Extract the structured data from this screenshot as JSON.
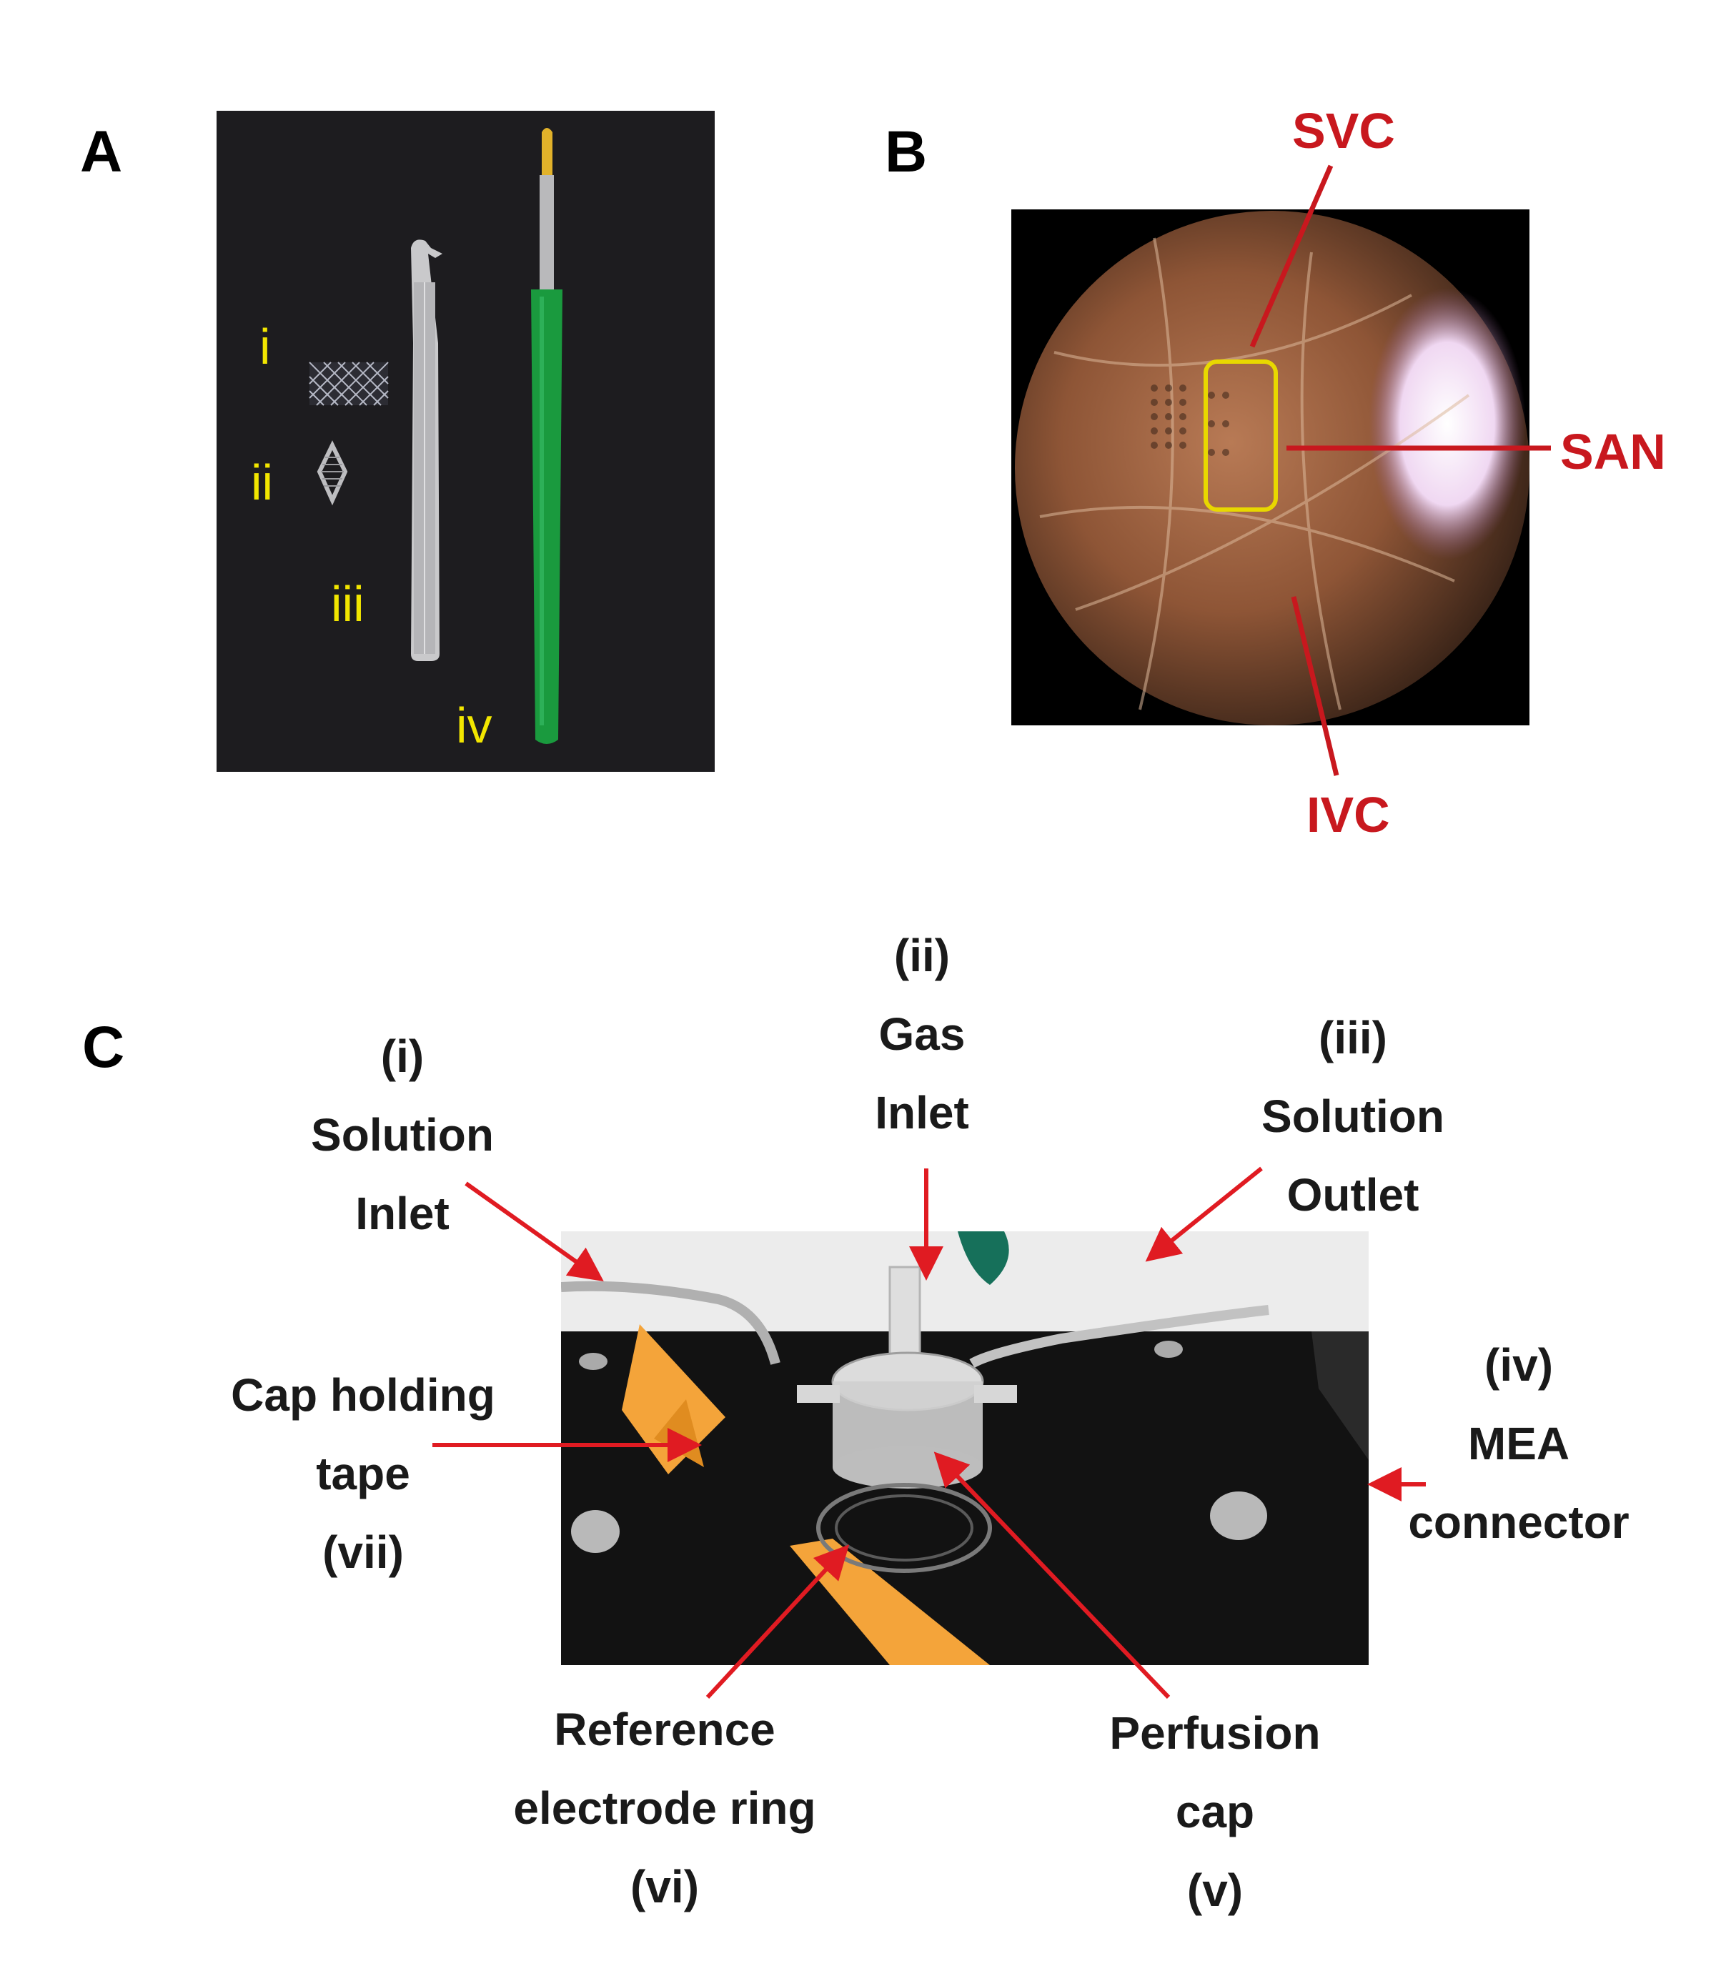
{
  "panels": {
    "a": {
      "letter": "A",
      "items": [
        "i",
        "ii",
        "iii",
        "iv"
      ],
      "colors": {
        "background": "#1d1c1f",
        "label": "#f2e600",
        "brush_handle": "#1a9a3e",
        "tweezers": "#c9c9cb"
      }
    },
    "b": {
      "letter": "B",
      "labels": {
        "svc": "SVC",
        "san": "SAN",
        "ivc": "IVC"
      },
      "colors": {
        "annotation": "#c8181e",
        "roi_box": "#e8d800",
        "tissue": "#a0603a"
      }
    },
    "c": {
      "letter": "C",
      "labels": {
        "solution_inlet": [
          "(i)",
          "Solution",
          "Inlet"
        ],
        "gas_inlet": [
          "(ii)",
          "Gas",
          "Inlet"
        ],
        "solution_outlet": [
          "(iii)",
          "Solution",
          "Outlet"
        ],
        "mea_connector": [
          "(iv)",
          "MEA",
          "connector"
        ],
        "perfusion_cap": [
          "Perfusion",
          "cap",
          "(v)"
        ],
        "reference_ring": [
          "Reference",
          "electrode ring",
          "(vi)"
        ],
        "cap_tape": [
          "Cap holding",
          "tape",
          "(vii)"
        ]
      },
      "colors": {
        "arrow": "#e01b22",
        "tape": "#f4a43a",
        "base": "#121212"
      }
    }
  }
}
